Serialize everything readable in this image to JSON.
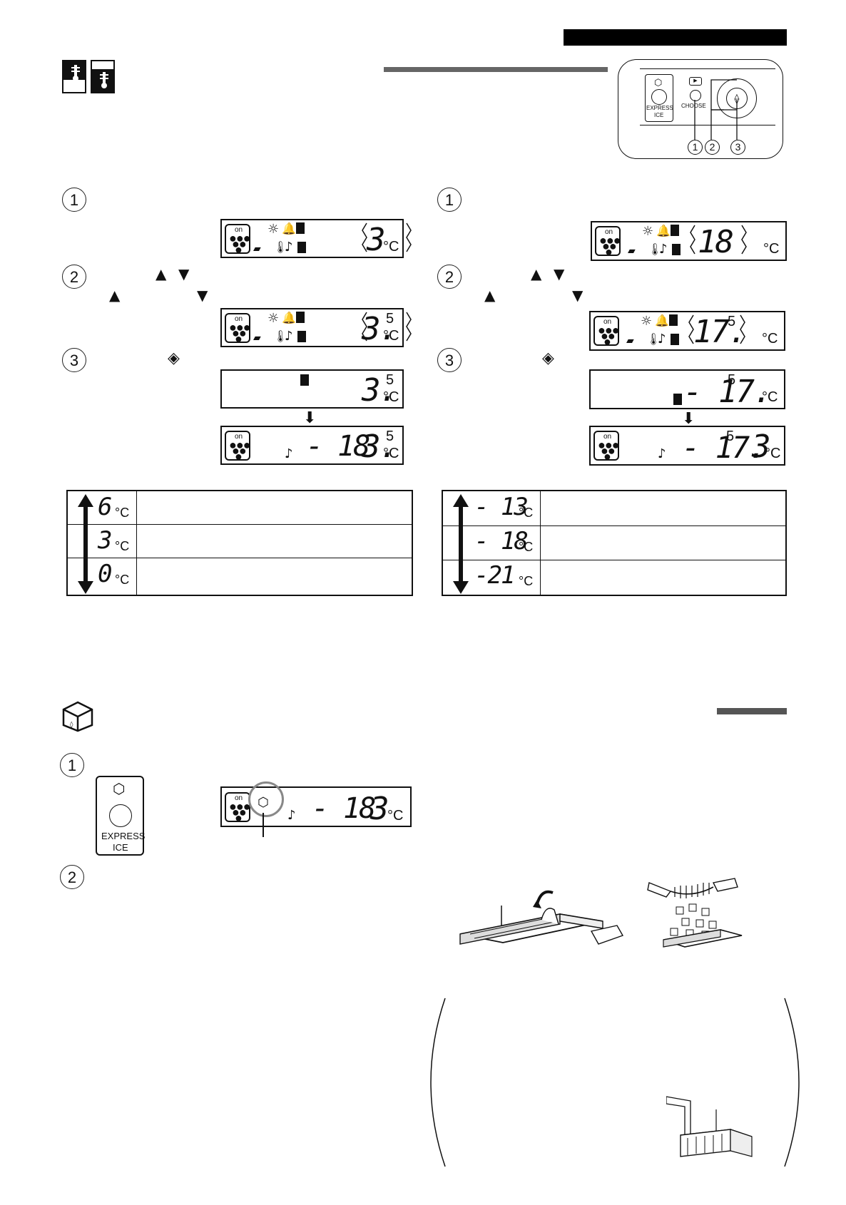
{
  "steps": {
    "one": "1",
    "two": "2",
    "three": "3"
  },
  "panel": {
    "express_ice_label_1": "EXPRESS",
    "express_ice_label_2": "ICE",
    "choose_label": "CHOOSE",
    "callouts": [
      "1",
      "2",
      "3"
    ]
  },
  "left": {
    "d1_value": "3",
    "d2_value": "3.",
    "d2_sup": "5",
    "d3_value": "3.",
    "d3_sup": "5",
    "d4_freezer": "- 18",
    "d4_value": "3.",
    "d4_sup": "5",
    "unit": "°C",
    "table": [
      {
        "value": "6",
        "unit": "°C"
      },
      {
        "value": "3",
        "unit": "°C"
      },
      {
        "value": "0",
        "unit": "°C"
      }
    ]
  },
  "right": {
    "d1_value": "18",
    "d2_value": "17.",
    "d2_sup": "5",
    "d3_value": "- 17.",
    "d3_sup": "5",
    "d4_value": "- 17.",
    "d4_sup": "5",
    "d4_fridge": "3",
    "unit": "°C",
    "table": [
      {
        "value": "- 13",
        "unit": "°C"
      },
      {
        "value": "- 18",
        "unit": "°C"
      },
      {
        "value": "-21",
        "unit": "°C"
      }
    ]
  },
  "express": {
    "button_label_1": "EXPRESS",
    "button_label_2": "ICE",
    "lcd_freezer": "- 18",
    "lcd_fridge": "3",
    "unit": "°C"
  },
  "icons": {
    "up_arrow": "▲",
    "down_arrow": "▼",
    "enter": "◈",
    "down_block": "⬇",
    "note": "♪",
    "sun": "☼"
  }
}
